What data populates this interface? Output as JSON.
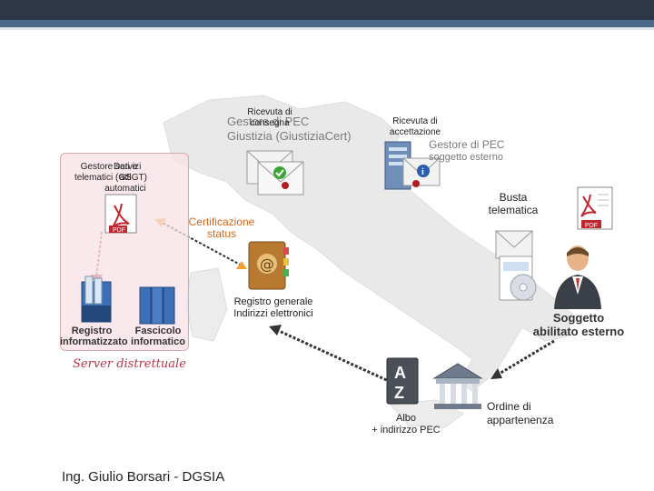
{
  "labels": {
    "ricevuta_consegna": "Ricevuta di\nconsegna",
    "ricevuta_accettazione": "Ricevuta di\naccettazione",
    "gestore_pec_giustizia": "Gestore di PEC",
    "gestore_pec_giustizia_sub": "Giustizia (GiustiziaCert)",
    "gestore_pec_esterno": "Gestore di PEC",
    "gestore_pec_esterno_sub": "soggetto esterno",
    "gestore_servizi": "Gestore servizi\ntelematici (GSGT)",
    "dati_atti": "Dati e\natti\nautomatici",
    "certificazione_status": "Certificazione\nstatus",
    "busta_telematica": "Busta\ntelematica",
    "registro_generale": "Registro generale\nIndirizzi elettronici",
    "soggetto_abilitato": "Soggetto\nabilitato esterno",
    "registro_informatizzato": "Registro\ninformatizzato",
    "fascicolo_informatico": "Fascicolo\ninformatico",
    "server_distrettuale": "Server distrettuale",
    "albo": "Albo\n+ indirizzo PEC",
    "ordine_appartenenza": "Ordine di\nappartenenza",
    "pdf_tag_1": "PDF",
    "pdf_tag_2": "PDF",
    "az_top": "A",
    "az_bottom": "Z",
    "at_sign": "@"
  },
  "footer": {
    "author": "Ing. Giulio Borsari - DGSIA"
  },
  "colors": {
    "topbar": "#2f3646",
    "accent": "#4a6a8c",
    "server_box": "#f8e2e6",
    "certificazione": "#d2691e",
    "server_label": "#b2374a"
  },
  "icons": [
    "envelope-icon",
    "server-icon",
    "pdf-document-icon",
    "address-book-icon",
    "person-icon",
    "courthouse-icon",
    "az-book-icon",
    "binder-icon",
    "cd-icon"
  ]
}
